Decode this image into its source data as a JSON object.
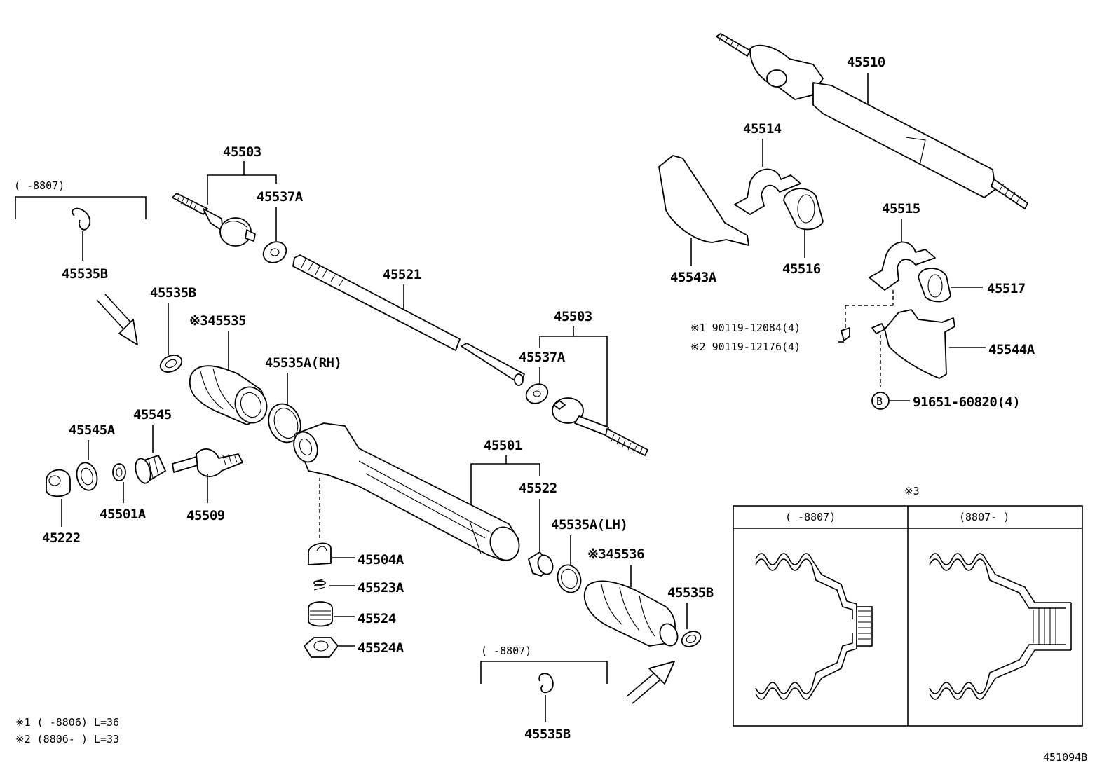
{
  "diagram_code": "451094B",
  "notes": {
    "n1": "※1 (     -8806) L=36",
    "n2": "※2 (8806-     ) L=33"
  },
  "ranges": {
    "top_left": "(     -8807)",
    "bottom_mid": "(     -8807)"
  },
  "parts": {
    "p45503_top": "45503",
    "p45537A_top": "45537A",
    "p45535B_a": "45535B",
    "p45535B_b": "45535B",
    "p45535": "※345535",
    "p45535A_RH": "45535A(RH)",
    "p45521": "45521",
    "p45503_right": "45503",
    "p45537A_right": "45537A",
    "p45545A": "45545A",
    "p45545": "45545",
    "p45501A": "45501A",
    "p45509": "45509",
    "p45222": "45222",
    "p45501": "45501",
    "p45522": "45522",
    "p45535A_LH": "45535A(LH)",
    "p45536": "※345536",
    "p45535B_c": "45535B",
    "p45535B_d": "45535B",
    "p45504A": "45504A",
    "p45523A": "45523A",
    "p45524": "45524",
    "p45524A": "45524A",
    "p45510": "45510",
    "p45514": "45514",
    "p45543A": "45543A",
    "p45516": "45516",
    "p45515": "45515",
    "p45517": "45517",
    "p45544A": "45544A",
    "bolt1": "※1 90119-12084(4)",
    "bolt2": "※2 90119-12176(4)",
    "circle_b": "B",
    "p91651": "91651-60820(4)"
  },
  "inset": {
    "title": "※3",
    "left_header": "(     -8807)",
    "right_header": "(8807-     )"
  }
}
